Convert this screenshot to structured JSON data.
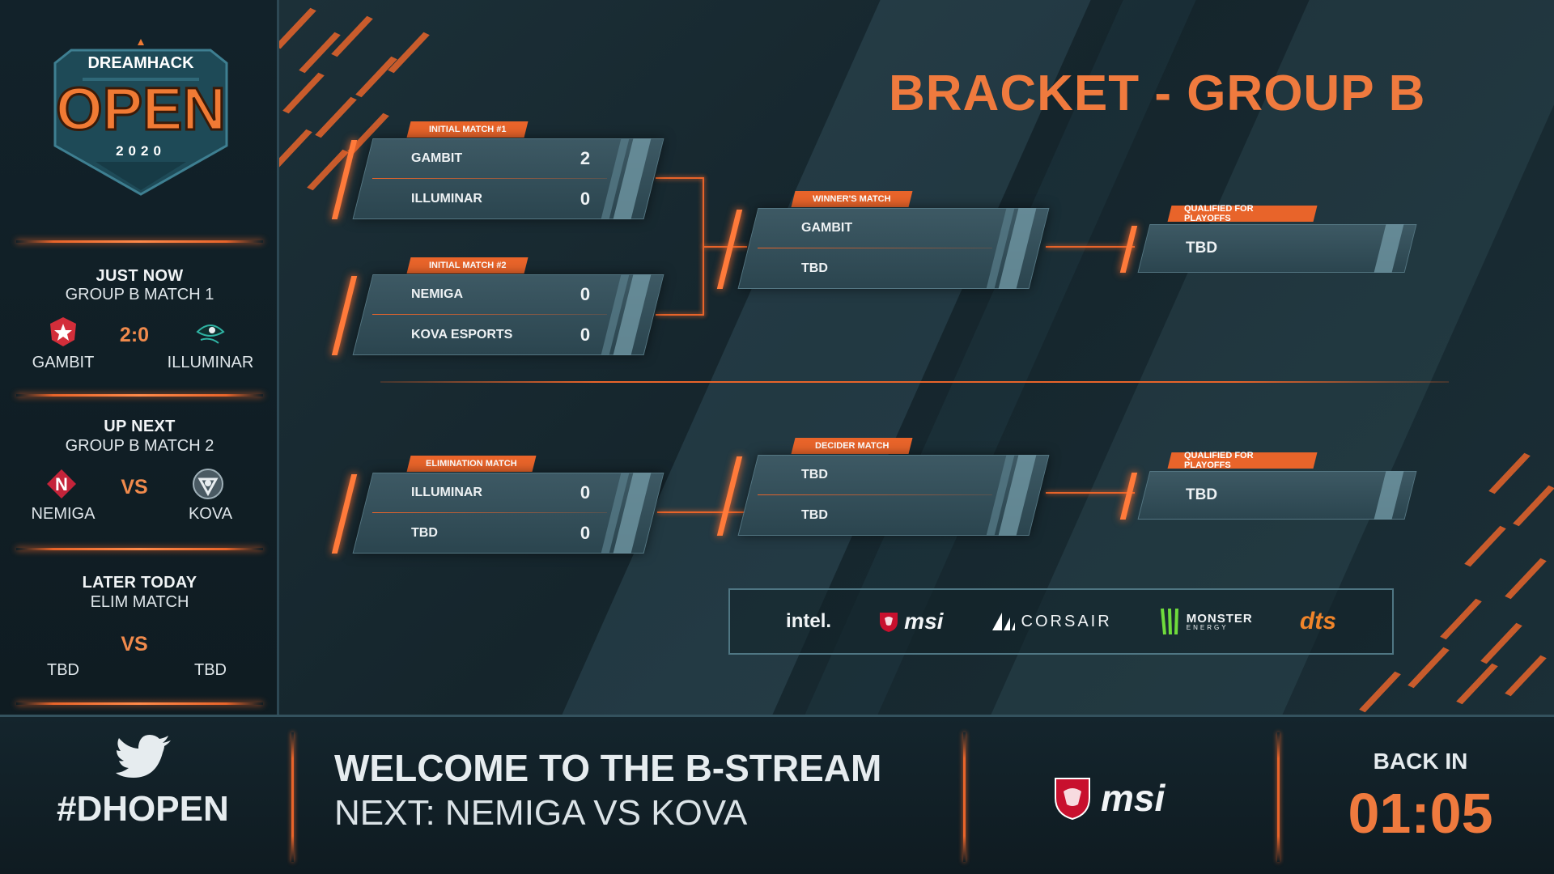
{
  "logo": {
    "brand": "DREAMHACK",
    "word": "OPEN",
    "year": "2020"
  },
  "sidebar": {
    "just_now": {
      "heading": "JUST NOW",
      "match": "GROUP B MATCH 1",
      "team1": "GAMBIT",
      "score": "2:0",
      "team2": "ILLUMINAR"
    },
    "up_next": {
      "heading": "UP NEXT",
      "match": "GROUP B MATCH 2",
      "team1": "NEMIGA",
      "vs": "VS",
      "team2": "KOVA"
    },
    "later_today": {
      "heading": "LATER TODAY",
      "match": "ELIM MATCH",
      "vs": "VS",
      "team1": "TBD",
      "team2": "TBD"
    }
  },
  "bracket": {
    "title": "BRACKET - GROUP B",
    "initial1": {
      "label": "INITIAL MATCH #1",
      "t1": "GAMBIT",
      "s1": "2",
      "t2": "ILLUMINAR",
      "s2": "0"
    },
    "initial2": {
      "label": "INITIAL MATCH #2",
      "t1": "NEMIGA",
      "s1": "0",
      "t2": "KOVA ESPORTS",
      "s2": "0"
    },
    "winners": {
      "label": "WINNER'S MATCH",
      "t1": "GAMBIT",
      "t2": "TBD"
    },
    "qualified1": {
      "label": "QUALIFIED FOR PLAYOFFS",
      "team": "TBD"
    },
    "elimination": {
      "label": "ELIMINATION MATCH",
      "t1": "ILLUMINAR",
      "s1": "0",
      "t2": "TBD",
      "s2": "0"
    },
    "decider": {
      "label": "DECIDER MATCH",
      "t1": "TBD",
      "t2": "TBD"
    },
    "qualified2": {
      "label": "QUALIFIED FOR PLAYOFFS",
      "team": "TBD"
    }
  },
  "sponsors": {
    "intel": "intel.",
    "msi": "msi",
    "corsair": "CORSAIR",
    "monster": "MONSTER",
    "monster_sub": "ENERGY",
    "dts": "dts"
  },
  "bottom": {
    "hashtag": "#DHOPEN",
    "welcome": "WELCOME TO THE B-STREAM",
    "next": "NEXT: NEMIGA VS KOVA",
    "msi": "msi",
    "back_in": "BACK IN",
    "timer": "01:05"
  },
  "colors": {
    "accent": "#e8642a",
    "title": "#ef7a3e",
    "panel": "#3d5964"
  }
}
